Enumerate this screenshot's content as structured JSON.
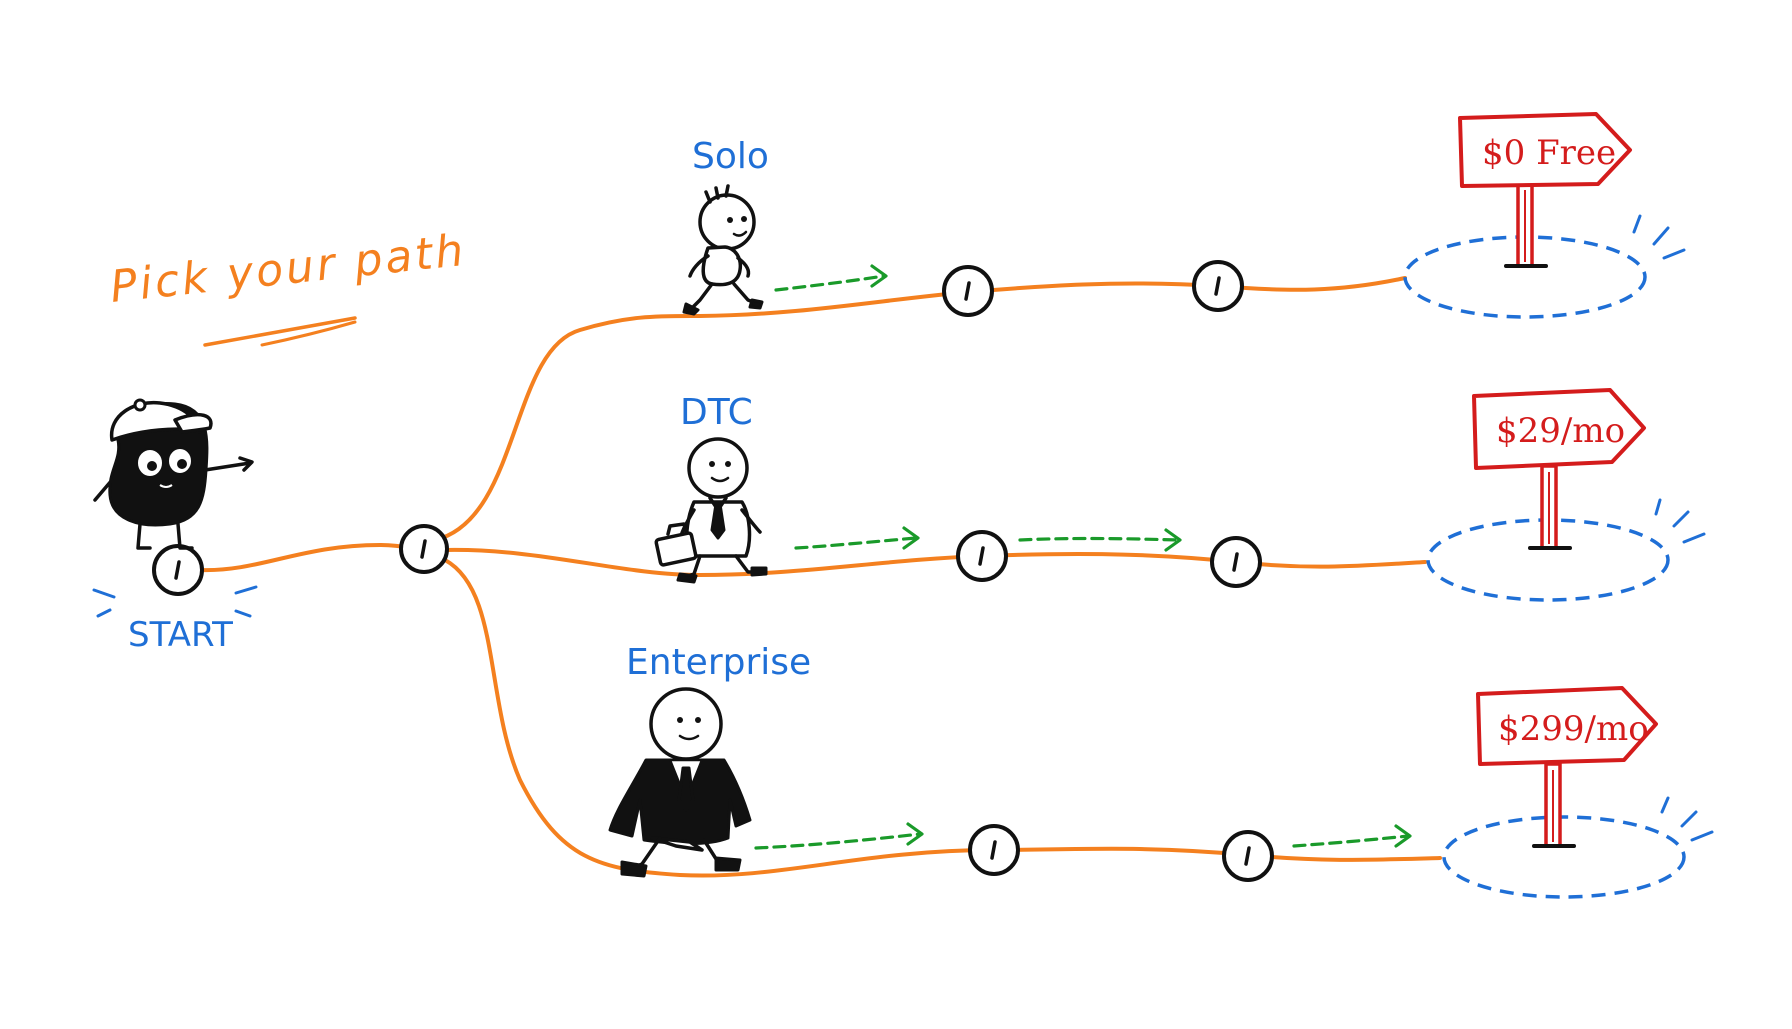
{
  "title": "Pick your path",
  "start": {
    "label": "START"
  },
  "colors": {
    "path": "#f4801f",
    "label": "#1f6fd6",
    "price": "#d41c1c",
    "arrow": "#1a9a2a",
    "ink": "#111111"
  },
  "tiers": [
    {
      "name": "Solo",
      "price": "$0 Free",
      "icon": "walking-kid-icon"
    },
    {
      "name": "DTC",
      "price": "$29/mo",
      "icon": "businessman-briefcase-icon"
    },
    {
      "name": "Enterprise",
      "price": "$299/mo",
      "icon": "executive-coat-icon"
    }
  ]
}
